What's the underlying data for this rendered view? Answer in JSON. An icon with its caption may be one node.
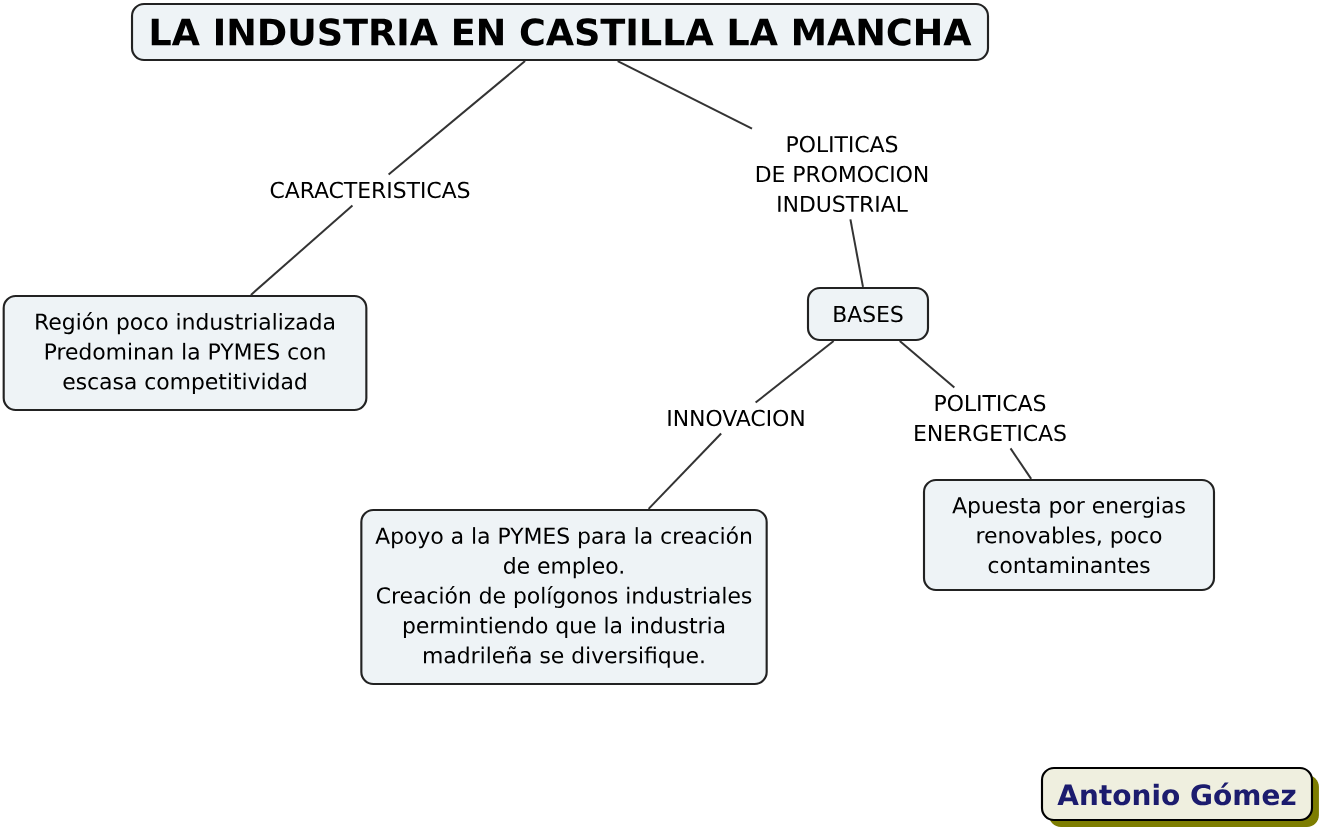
{
  "diagram": {
    "nodes": [
      {
        "text": [
          "LA INDUSTRIA EN CASTILLA LA MANCHA"
        ]
      },
      {
        "text": [
          "CARACTERISTICAS"
        ]
      },
      {
        "text": [
          "POLITICAS DE PROMOCION INDUSTRIAL"
        ]
      },
      {
        "text": [
          "Región poco industrializada",
          "Predominan la PYMES con escasa competitividad"
        ]
      },
      {
        "text": [
          "BASES"
        ]
      },
      {
        "text": [
          "INNOVACION"
        ]
      },
      {
        "text": [
          "POLITICAS ENERGETICAS"
        ]
      },
      {
        "text": [
          "Apoyo a la PYMES para la creación de empleo.",
          "Creación de polígonos industriales permintiendo que la industria madrileña se diversifique."
        ]
      },
      {
        "text": [
          "Apuesta por energias renovables, poco contaminantes"
        ]
      },
      {
        "text": [
          "Antonio Gómez"
        ]
      }
    ],
    "edges": [
      {
        "from": 0,
        "to": 1,
        "arrow": "none"
      },
      {
        "from": 1,
        "to": 3,
        "arrow": "none"
      },
      {
        "from": 0,
        "to": 2,
        "arrow": "none"
      },
      {
        "from": 2,
        "to": 4,
        "arrow": "none"
      },
      {
        "from": 4,
        "to": 5,
        "arrow": "none"
      },
      {
        "from": 5,
        "to": 7,
        "arrow": "none"
      },
      {
        "from": 4,
        "to": 6,
        "arrow": "none"
      },
      {
        "from": 6,
        "to": 8,
        "arrow": "none"
      }
    ]
  }
}
